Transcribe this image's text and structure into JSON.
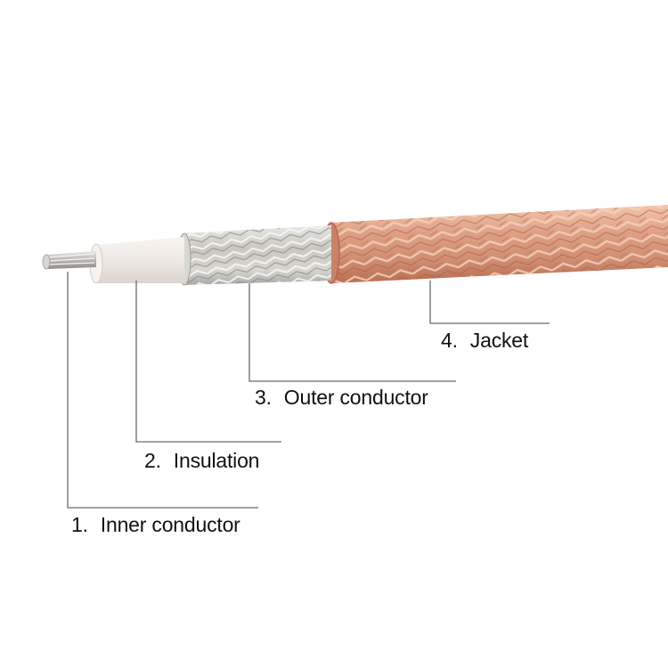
{
  "diagram": {
    "subject": "Coaxial cable cross-section layers",
    "colors": {
      "background": "#ffffff",
      "leader_line": "#6a6a6a",
      "label_text": "#111111",
      "copper_braid": "#d9987a",
      "copper_dark": "#b8694c",
      "silver_braid": "#cfcfcc",
      "insulation": "#f3efeb"
    },
    "labels": [
      {
        "number": "1.",
        "text": "Inner conductor"
      },
      {
        "number": "2.",
        "text": "Insulation"
      },
      {
        "number": "3.",
        "text": "Outer conductor"
      },
      {
        "number": "4.",
        "text": "Jacket"
      }
    ]
  }
}
